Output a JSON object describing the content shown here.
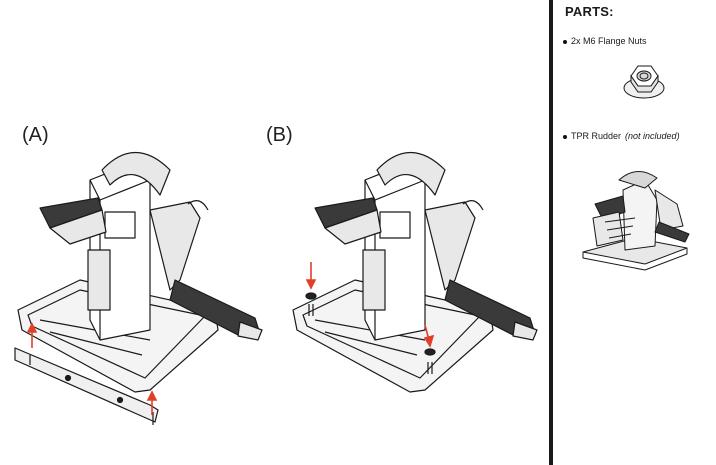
{
  "steps": {
    "a_label": "(A)",
    "b_label": "(B)"
  },
  "parts": {
    "title": "PARTS:",
    "items": [
      {
        "label": "2x M6 Flange Nuts",
        "note": "",
        "icon": "flange-nut-icon"
      },
      {
        "label": "TPR Rudder",
        "note": "(not included)",
        "icon": "rudder-icon"
      }
    ]
  },
  "colors": {
    "line": "#1a1a1a",
    "arrow": "#e0402a"
  }
}
